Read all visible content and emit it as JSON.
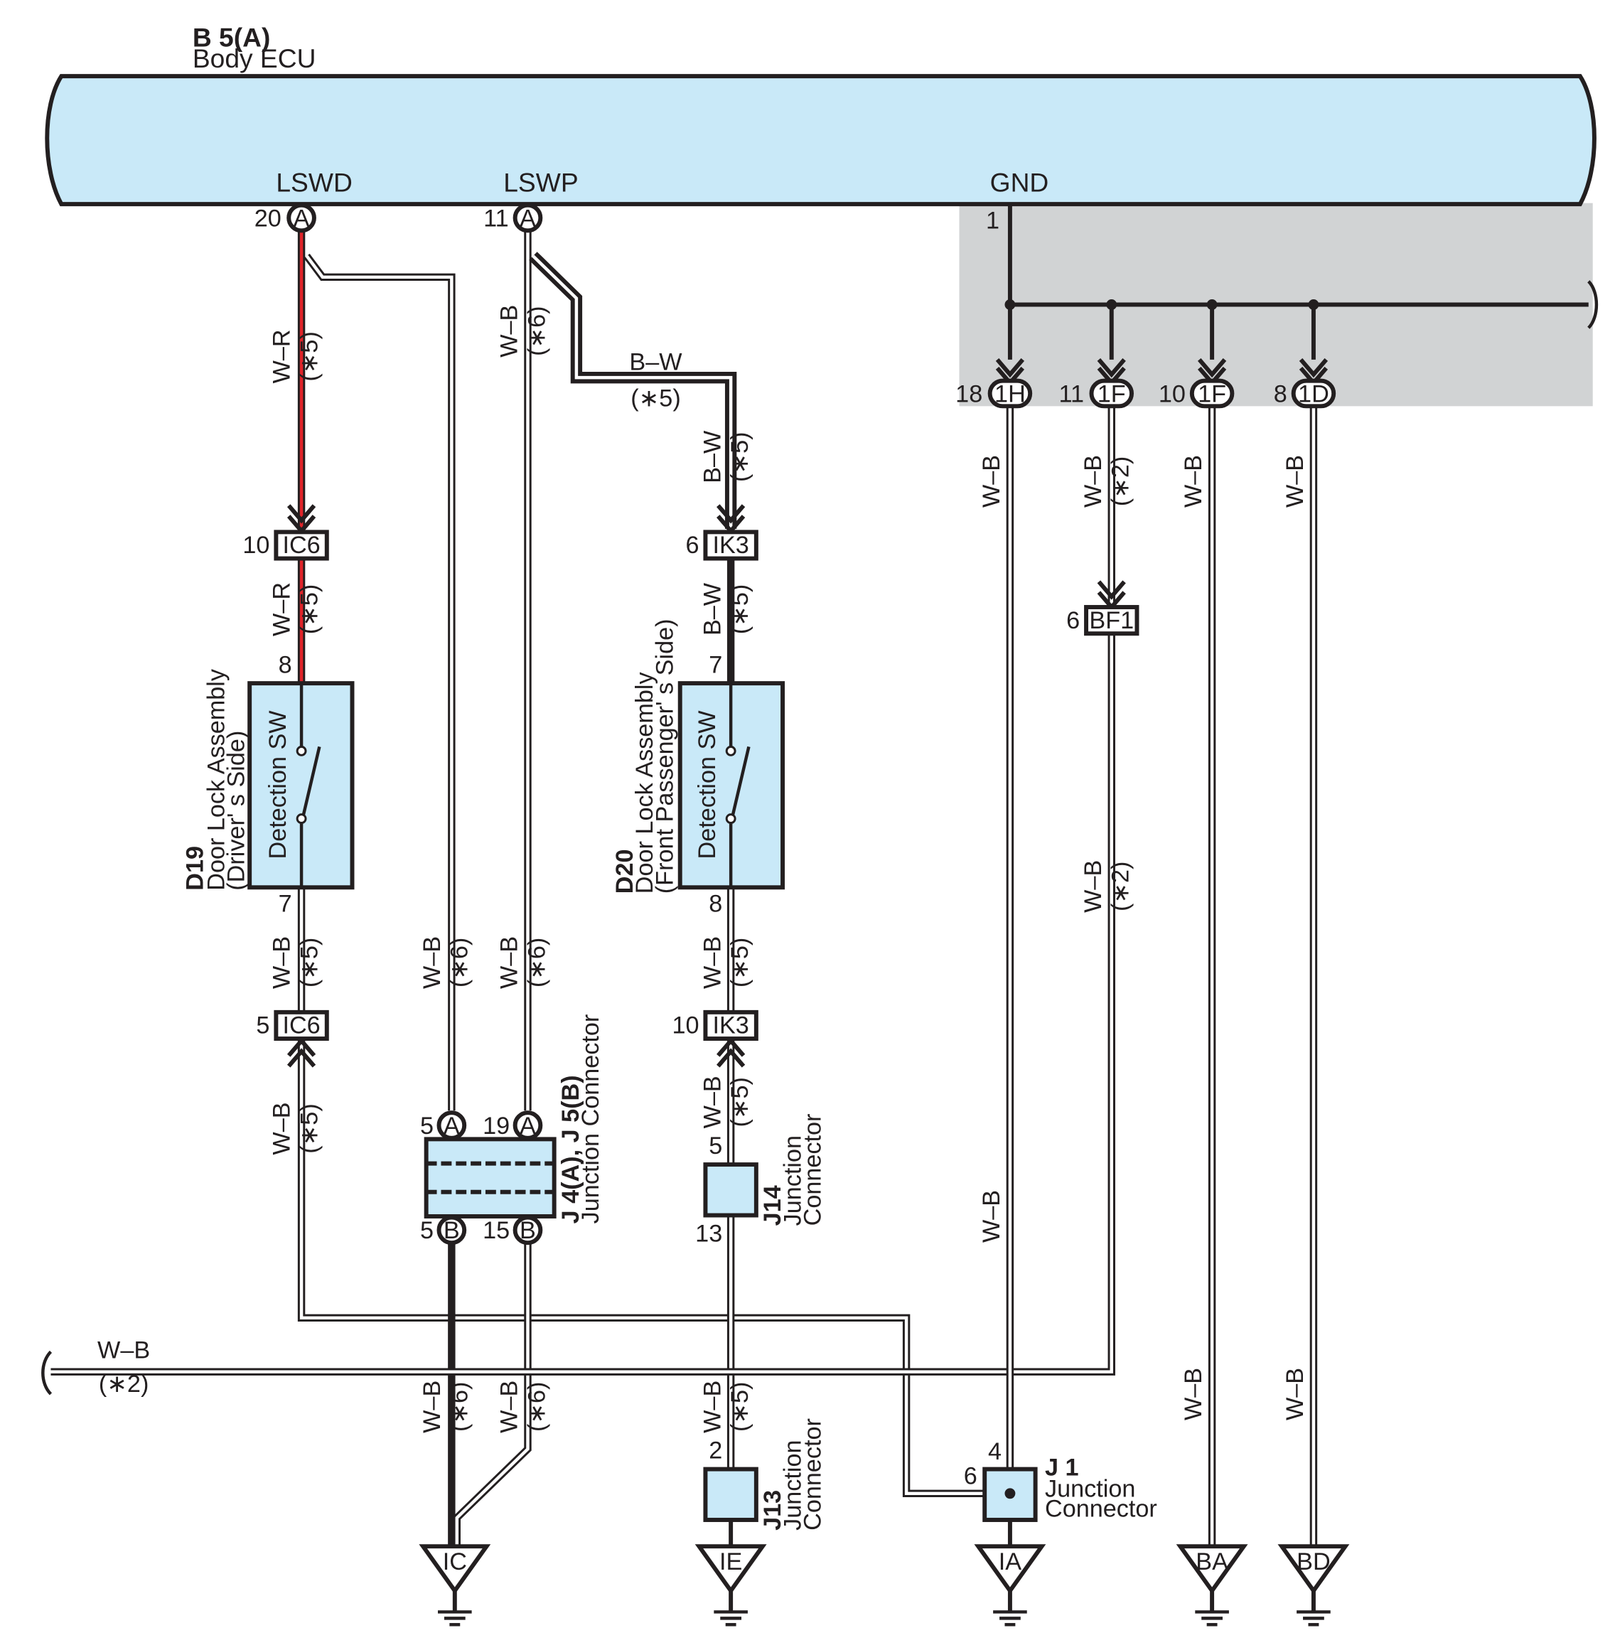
{
  "ecu": {
    "code": "B 5(A)",
    "name": "Body ECU"
  },
  "terminals": {
    "lswd": {
      "name": "LSWD",
      "pin": "20",
      "conn": "A"
    },
    "lswp": {
      "name": "LSWP",
      "pin": "11",
      "conn": "A"
    },
    "gnd": {
      "name": "GND",
      "pin": "1"
    }
  },
  "wire_labels": {
    "wr": "W–R",
    "wb": "W–B",
    "bw": "B–W",
    "n5": "(∗5)",
    "n6": "(∗6)",
    "n2": "(∗2)"
  },
  "connectors": {
    "ic6_top": {
      "name": "IC6",
      "pin": "10"
    },
    "ic6_bot": {
      "name": "IC6",
      "pin": "5"
    },
    "ik3_top": {
      "name": "IK3",
      "pin": "6"
    },
    "ik3_bot": {
      "name": "IK3",
      "pin": "10"
    },
    "bf1": {
      "name": "BF1",
      "pin": "6"
    }
  },
  "ground_connectors": [
    {
      "pin": "18",
      "name": "1H"
    },
    {
      "pin": "11",
      "name": "1F"
    },
    {
      "pin": "10",
      "name": "1F"
    },
    {
      "pin": "8",
      "name": "1D"
    }
  ],
  "components": {
    "d19": {
      "code": "D19",
      "name": "Door Lock Assembly",
      "side": "(Driver' s Side)",
      "switch": "Detection SW",
      "pin_in": "8",
      "pin_out": "7"
    },
    "d20": {
      "code": "D20",
      "name": "Door Lock Assembly",
      "side": "(Front Passenger' s Side)",
      "switch": "Detection SW",
      "pin_in": "7",
      "pin_out": "8"
    }
  },
  "junctions": {
    "j4j5": {
      "code": "J 4(A), J 5(B)",
      "name": "Junction Connector",
      "pins": {
        "a1": "5",
        "a2": "19",
        "b1": "5",
        "b2": "15"
      },
      "conn_a": "A",
      "conn_b": "B"
    },
    "j14": {
      "code": "J14",
      "line1": "Junction",
      "line2": "Connector",
      "pin_top": "5",
      "pin_bottom": "13"
    },
    "j13": {
      "code": "J13",
      "line1": "Junction",
      "line2": "Connector",
      "pin_top": "2"
    },
    "j1": {
      "code": "J 1",
      "line1": "Junction",
      "line2": "Connector",
      "pin_top": "4",
      "pin_left": "6"
    }
  },
  "grounds": [
    "IC",
    "IE",
    "IA",
    "BA",
    "BD"
  ],
  "colors": {
    "ecu_fill": "#c9e9f8",
    "shade": "#d1d3d4",
    "red_wire": "#e0242a",
    "line": "#231f20",
    "component_fill": "#c9e9f8"
  }
}
